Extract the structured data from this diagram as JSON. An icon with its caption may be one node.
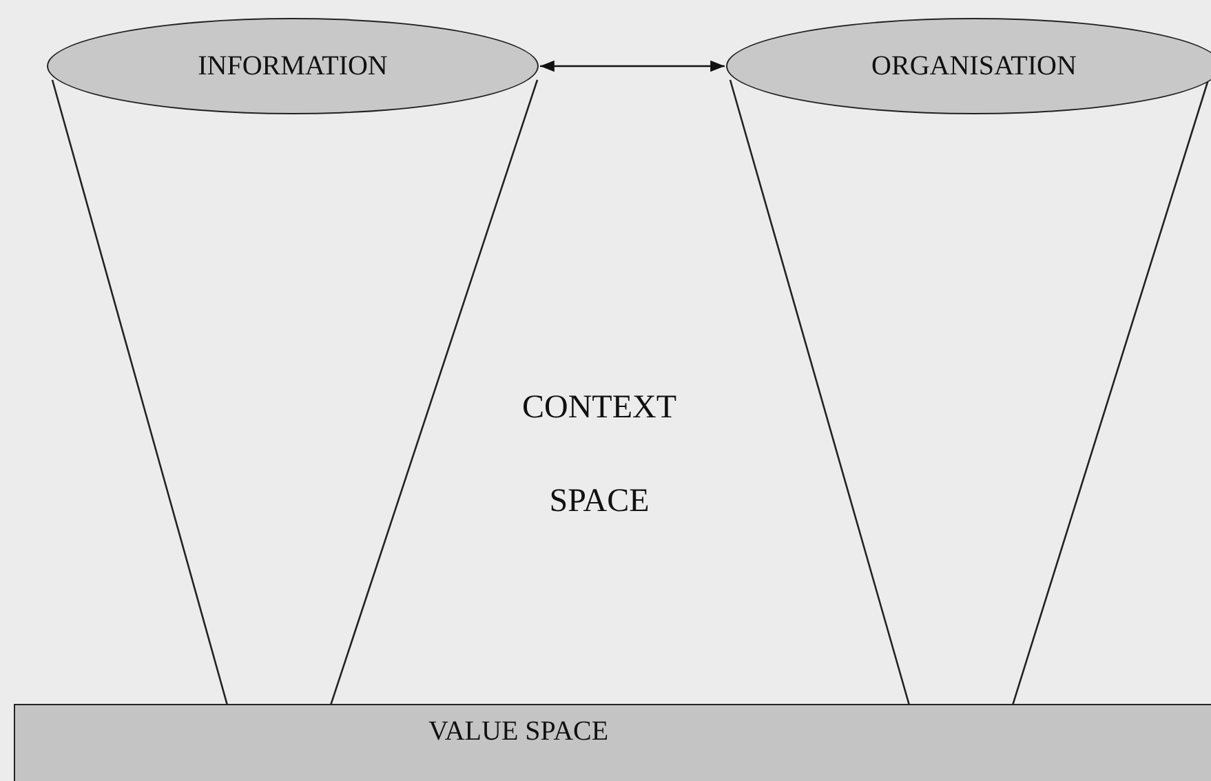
{
  "diagram": {
    "nodes": [
      {
        "text": [
          "INFORMATION"
        ]
      },
      {
        "text": [
          "ORGANISATION"
        ]
      },
      {
        "text": [
          "VALUE SPACE"
        ]
      }
    ],
    "edges": [
      {
        "from": 0,
        "to": 1,
        "arrow": "both"
      }
    ],
    "labels": [
      "CONTEXT SPACE"
    ]
  }
}
